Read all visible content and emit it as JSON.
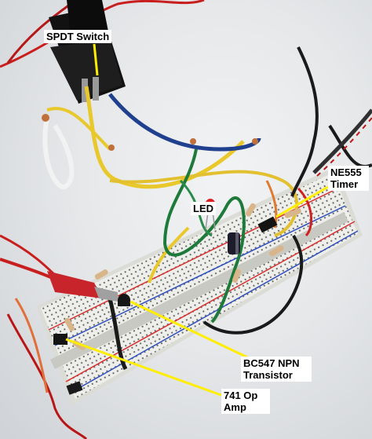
{
  "image": {
    "labels": {
      "spdt_switch": "SPDT Switch",
      "ne555_timer": "NE555 Timer",
      "led": "LED",
      "bc547_transistor": "BC547 NPN Transistor",
      "op_amp_741": "741 Op Amp"
    },
    "colors": {
      "annotation_line": "#ffee00",
      "breadboard": "#eeeeea",
      "wire_red": "#d42020",
      "wire_blue": "#1f3f8f",
      "wire_green": "#1e7a3a",
      "wire_yellow": "#e8c82a",
      "wire_black": "#1a1a1a",
      "alligator_clip": "#c8242c"
    }
  }
}
